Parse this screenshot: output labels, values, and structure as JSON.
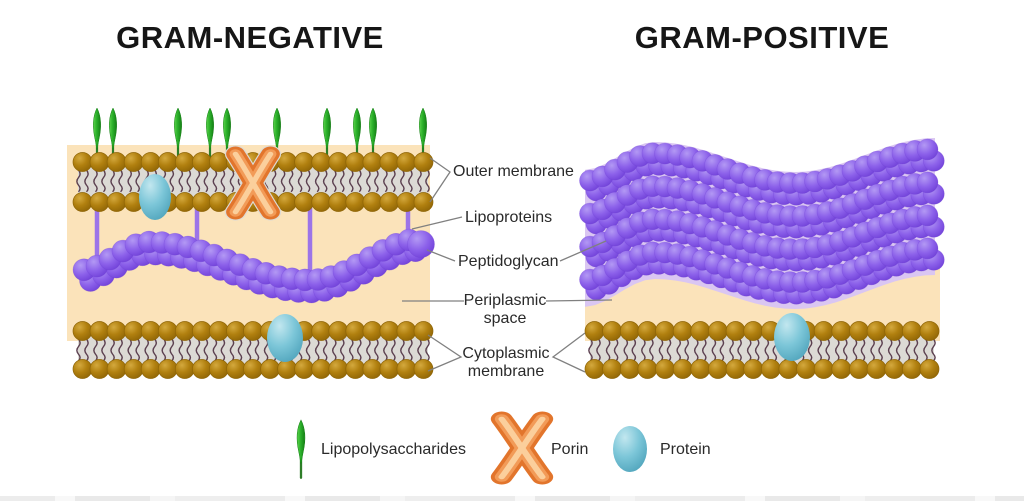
{
  "titles": {
    "gram_negative": "GRAM-NEGATIVE",
    "gram_positive": "GRAM-POSITIVE"
  },
  "callouts": {
    "outer_membrane": "Outer membrane",
    "lipoproteins": "Lipoproteins",
    "peptidoglycan": "Peptidoglycan",
    "periplasmic_space": "Periplasmic space",
    "cytoplasmic_membrane": "Cytoplasmic membrane"
  },
  "legend": {
    "items": [
      {
        "icon": "lipopolysaccharide-icon",
        "label": "Lipopolysaccharides"
      },
      {
        "icon": "porin-icon",
        "label": "Porin"
      },
      {
        "icon": "protein-icon",
        "label": "Protein"
      }
    ]
  },
  "palette": {
    "background": "#ffffff",
    "title_text": "#161616",
    "label_text": "#2a2a2a",
    "leader_line": "#808080",
    "periplasm_peach": "#fbe3ba",
    "wall_lavender": "#dac6f2",
    "peptidoglycan_light": "#b399f4",
    "peptidoglycan_mid": "#8c61ea",
    "peptidoglycan_dark": "#7040d8",
    "peptidoglycan_edge": "#6d3ed2",
    "lipid_head_light": "#d4a93e",
    "lipid_head_mid": "#b1800f",
    "lipid_head_dark": "#8f6506",
    "lipid_tail_band": "#dcdad5",
    "lipid_tail_squiggle": "#5c4050",
    "protein_teal_light": "#c2e7ef",
    "protein_teal_mid": "#7cc6d8",
    "protein_teal_dark": "#55a8bf",
    "lps_green_light": "#5bd44b",
    "lps_green_mid": "#2bb02a",
    "lps_green_dark": "#157f15",
    "lps_stem_green": "#2e7d28",
    "porin_orange_dark": "#e2752c",
    "porin_orange_mid": "#f29b58",
    "porin_orange_light": "#fbcf9c",
    "lipoprotein_purple": "#9c74e8"
  }
}
